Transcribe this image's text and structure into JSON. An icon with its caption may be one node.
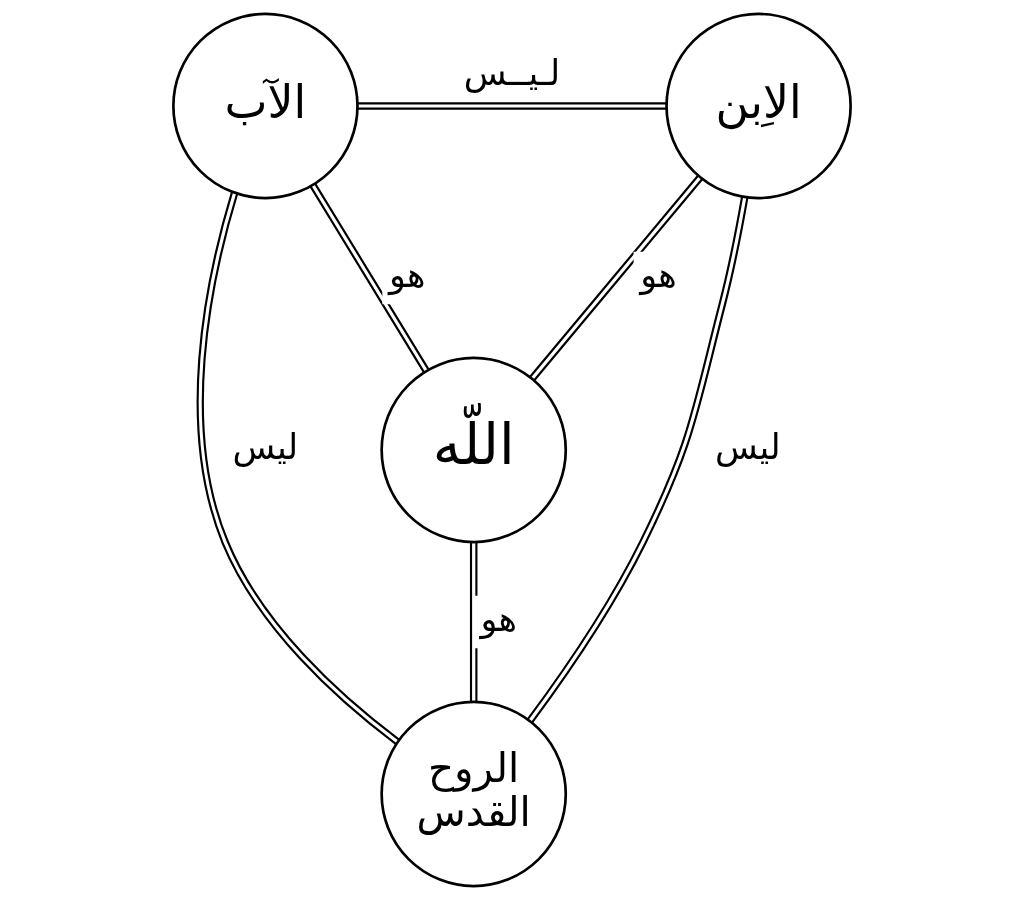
{
  "diagram": {
    "nodes": [
      {
        "text": [
          "الآب"
        ]
      },
      {
        "text": [
          "الاِبن"
        ]
      },
      {
        "text": [
          "اللّه"
        ]
      },
      {
        "text": [
          "الروح القدس"
        ]
      }
    ],
    "edges": [
      {
        "from": 0,
        "to": 1,
        "arrow": "none",
        "label": "لـيــس"
      },
      {
        "from": 0,
        "to": 2,
        "arrow": "none",
        "label": "هو"
      },
      {
        "from": 1,
        "to": 2,
        "arrow": "none",
        "label": "هو"
      },
      {
        "from": 0,
        "to": 3,
        "arrow": "none",
        "label": "ليس"
      },
      {
        "from": 2,
        "to": 3,
        "arrow": "none",
        "label": "هو"
      },
      {
        "from": 1,
        "to": 3,
        "arrow": "none",
        "label": "ليس"
      }
    ]
  }
}
